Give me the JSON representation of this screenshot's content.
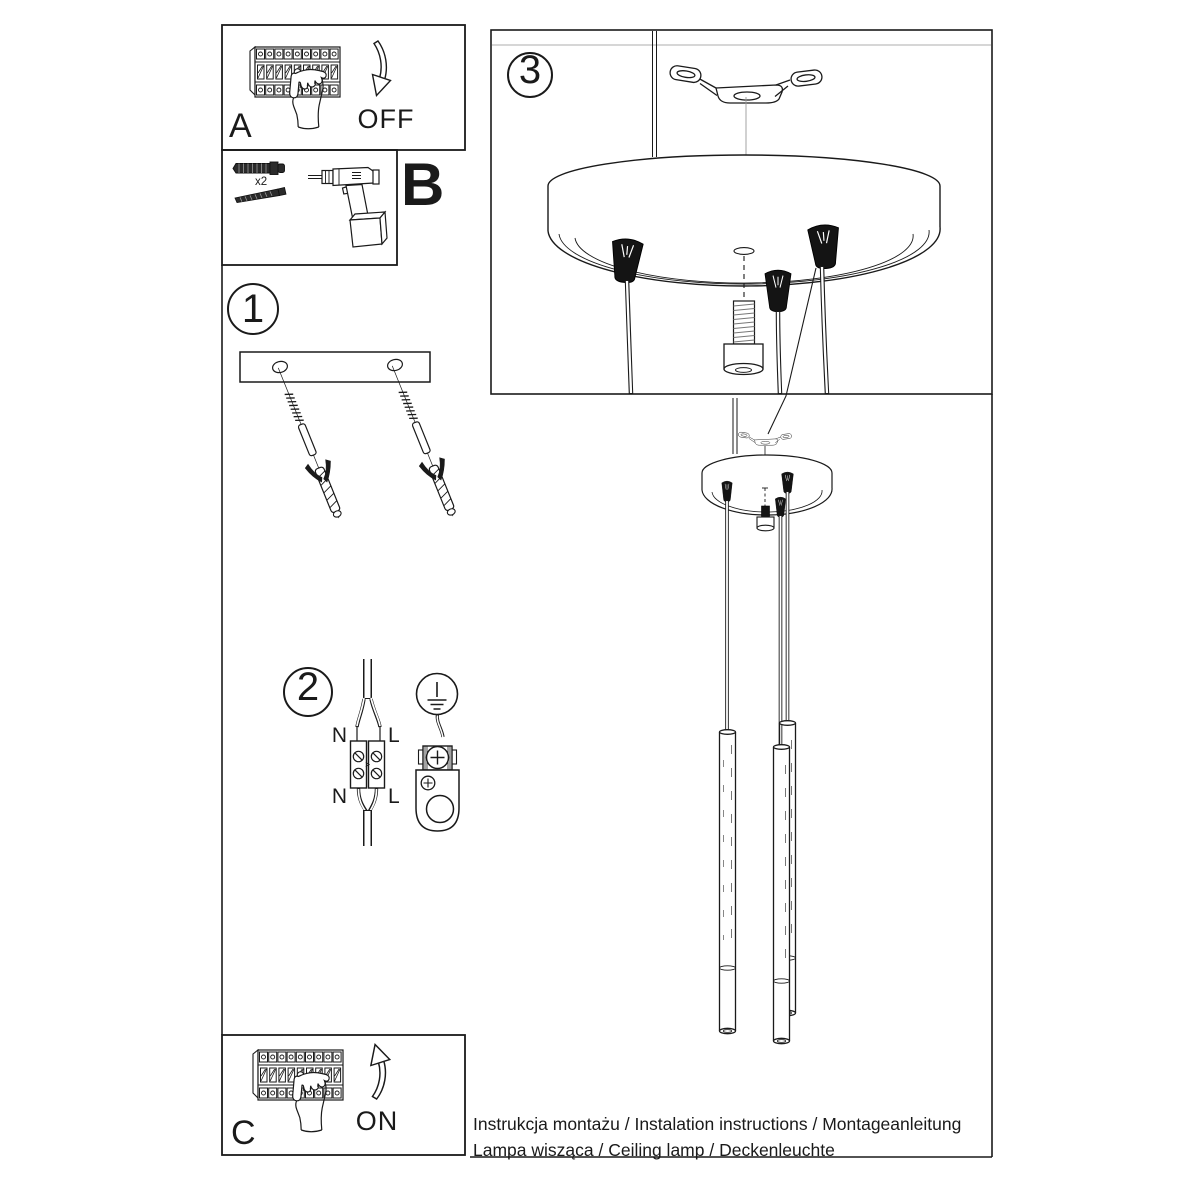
{
  "panels": {
    "a": {
      "label": "A",
      "action": "OFF"
    },
    "b": {
      "label": "B",
      "quantity": "x2"
    },
    "c": {
      "label": "C",
      "action": "ON"
    }
  },
  "steps": {
    "step1": "1",
    "step2": "2",
    "step3": "3"
  },
  "wiring": {
    "top_neutral": "N",
    "top_live": "L",
    "bottom_neutral": "N",
    "bottom_live": "L"
  },
  "footer": {
    "line1": "Instrukcja montażu / Instalation instructions / Montageanleitung",
    "line2": "Lampa wisząca / Ceiling lamp / Deckenleuchte"
  },
  "colors": {
    "ink": "#1a1a1a",
    "gland_fill": "#141414",
    "ceiling_line": "#c9c9c9",
    "paper": "#ffffff"
  }
}
